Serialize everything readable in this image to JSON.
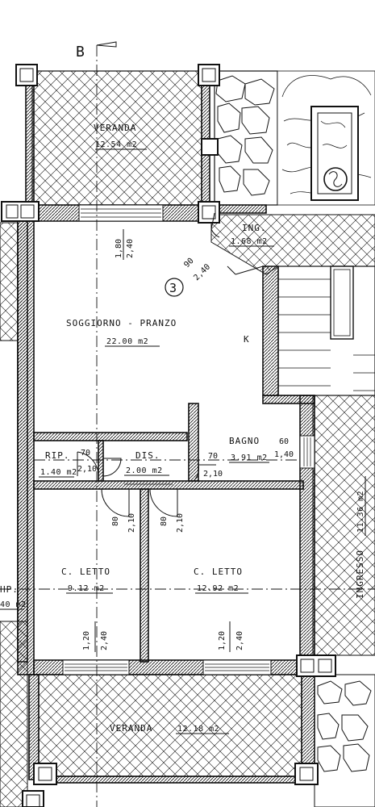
{
  "section_mark": "B",
  "unit_number": "3",
  "kitchen_mark": "K",
  "rooms": {
    "veranda_top": {
      "name": "VERANDA",
      "area": "12.54 m2",
      "window_h1": "1,80",
      "window_h2": "2,40"
    },
    "ingresso_small": {
      "name": "ING.",
      "area": "1.68 m2",
      "door_w": "90",
      "door_h": "2,40"
    },
    "soggiorno": {
      "name": "SOGGIORNO - PRANZO",
      "area": "22.00 m2"
    },
    "ripostiglio": {
      "name": "RIP.",
      "area": "1.40 m2",
      "door_w": "70",
      "door_h": "2,10"
    },
    "disimpegno": {
      "name": "DIS.",
      "area": "2.00 m2"
    },
    "bagno": {
      "name": "BAGNO",
      "area": "3.91 m2",
      "window_w": "60",
      "window_h": "1,40",
      "door_w": "70",
      "door_h": "2,10"
    },
    "letto_1": {
      "name": "C. LETTO",
      "area": "9.12 m2",
      "door_w": "80",
      "door_h": "2,10",
      "window_h1": "1,20",
      "window_h2": "2,40"
    },
    "letto_2": {
      "name": "C. LETTO",
      "area": "12.92 m2",
      "door_w": "80",
      "door_h": "2,10",
      "window_h1": "1,20",
      "window_h2": "2,40"
    },
    "veranda_bottom": {
      "name": "VERANDA",
      "area": "12.18 m2"
    },
    "ingresso_common": {
      "name": "INGRESSO",
      "area": "11.36 m2"
    },
    "neighbor_left": {
      "name": "HP.",
      "area": "40 m2"
    }
  }
}
